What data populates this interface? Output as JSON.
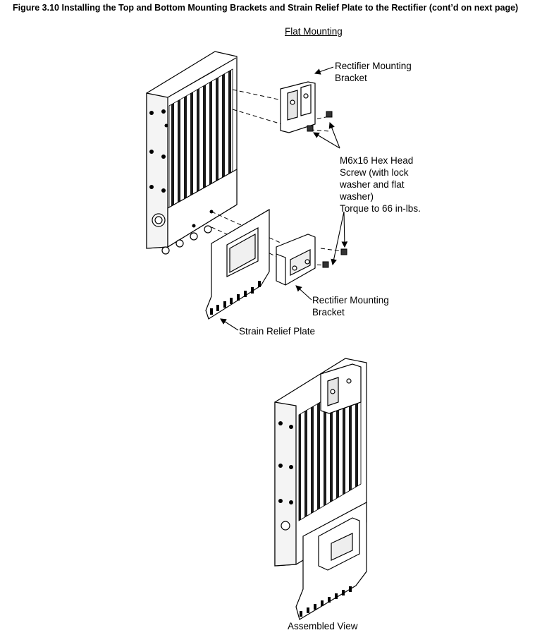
{
  "figure_caption": "Figure 3.10  Installing the Top and Bottom Mounting Brackets and Strain Relief Plate to the Rectifier (cont’d on next page)",
  "section_title": "Flat Mounting",
  "callouts": {
    "top_bracket": "Rectifier Mounting\nBracket",
    "screw": "M6x16 Hex Head\nScrew (with lock\nwasher and flat\nwasher)",
    "torque": "Torque to 66 in-lbs.",
    "bottom_bracket": "Rectifier Mounting\nBracket",
    "strain_relief": "Strain Relief Plate"
  },
  "assembled_caption": "Assembled View"
}
